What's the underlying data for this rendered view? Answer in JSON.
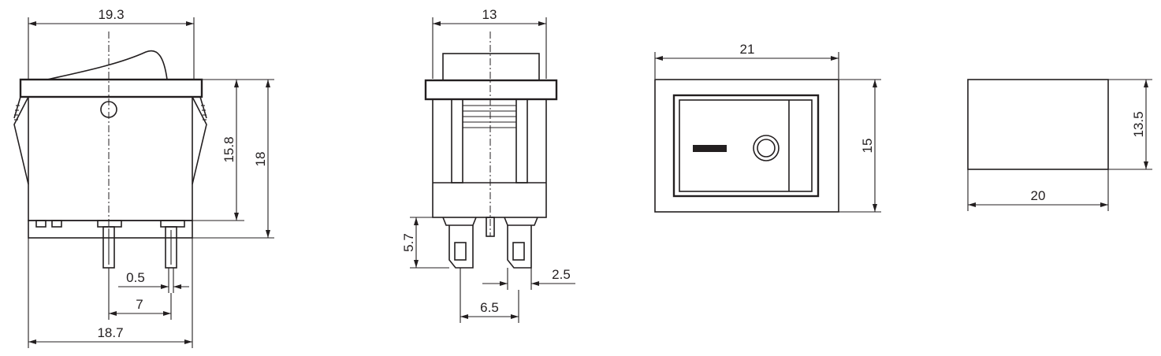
{
  "colors": {
    "ink": "#231f20",
    "background": "#ffffff"
  },
  "dimensions": {
    "side_top_width": "19.3",
    "side_height_body": "15.8",
    "side_height_total": "18",
    "side_pin_thickness": "0.5",
    "side_pin_spacing": "7",
    "side_base_width": "18.7",
    "front_top_width": "13",
    "front_pin_length": "5.7",
    "front_pin_spacing": "6.5",
    "front_pin_width": "2.5",
    "top_width": "21",
    "top_height": "15",
    "cutout_height": "13.5",
    "cutout_width": "20"
  }
}
